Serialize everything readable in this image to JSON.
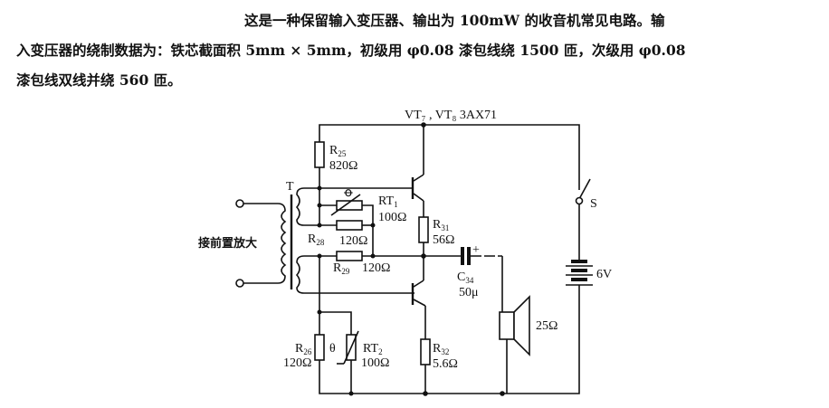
{
  "description": {
    "line1": "这是一种保留输入变压器、输出为 100mW 的收音机常见电路。输",
    "line2": "入变压器的绕制数据为：铁芯截面积 5mm × 5mm，初级用 φ0.08 漆包线绕 1500 匝，次级用 φ0.08",
    "line3": "漆包线双线并绕 560 匝。"
  },
  "circuit": {
    "transistors_label": "VT₇ , VT₈   3AX71",
    "transformer": "T",
    "input_label": "接前置放大",
    "R25": {
      "name": "R",
      "sub": "25",
      "value": "820Ω"
    },
    "RT1": {
      "name": "RT",
      "sub": "1",
      "value": "100Ω",
      "symbol": "ꝋ"
    },
    "R28": {
      "name": "R",
      "sub": "28",
      "value": "120Ω"
    },
    "R29": {
      "name": "R",
      "sub": "29",
      "value": "120Ω"
    },
    "R31": {
      "name": "R",
      "sub": "31",
      "value": "56Ω"
    },
    "R26": {
      "name": "R",
      "sub": "26",
      "value": "120Ω"
    },
    "RT2": {
      "name": "RT",
      "sub": "2",
      "value": "100Ω",
      "symbol": "θ"
    },
    "R32": {
      "name": "R",
      "sub": "32",
      "value": "5.6Ω"
    },
    "C34": {
      "name": "C",
      "sub": "34",
      "value": "50μ",
      "polarity": "+"
    },
    "speaker": {
      "value": "25Ω"
    },
    "switch": {
      "name": "S"
    },
    "battery": {
      "value": "6V"
    }
  }
}
